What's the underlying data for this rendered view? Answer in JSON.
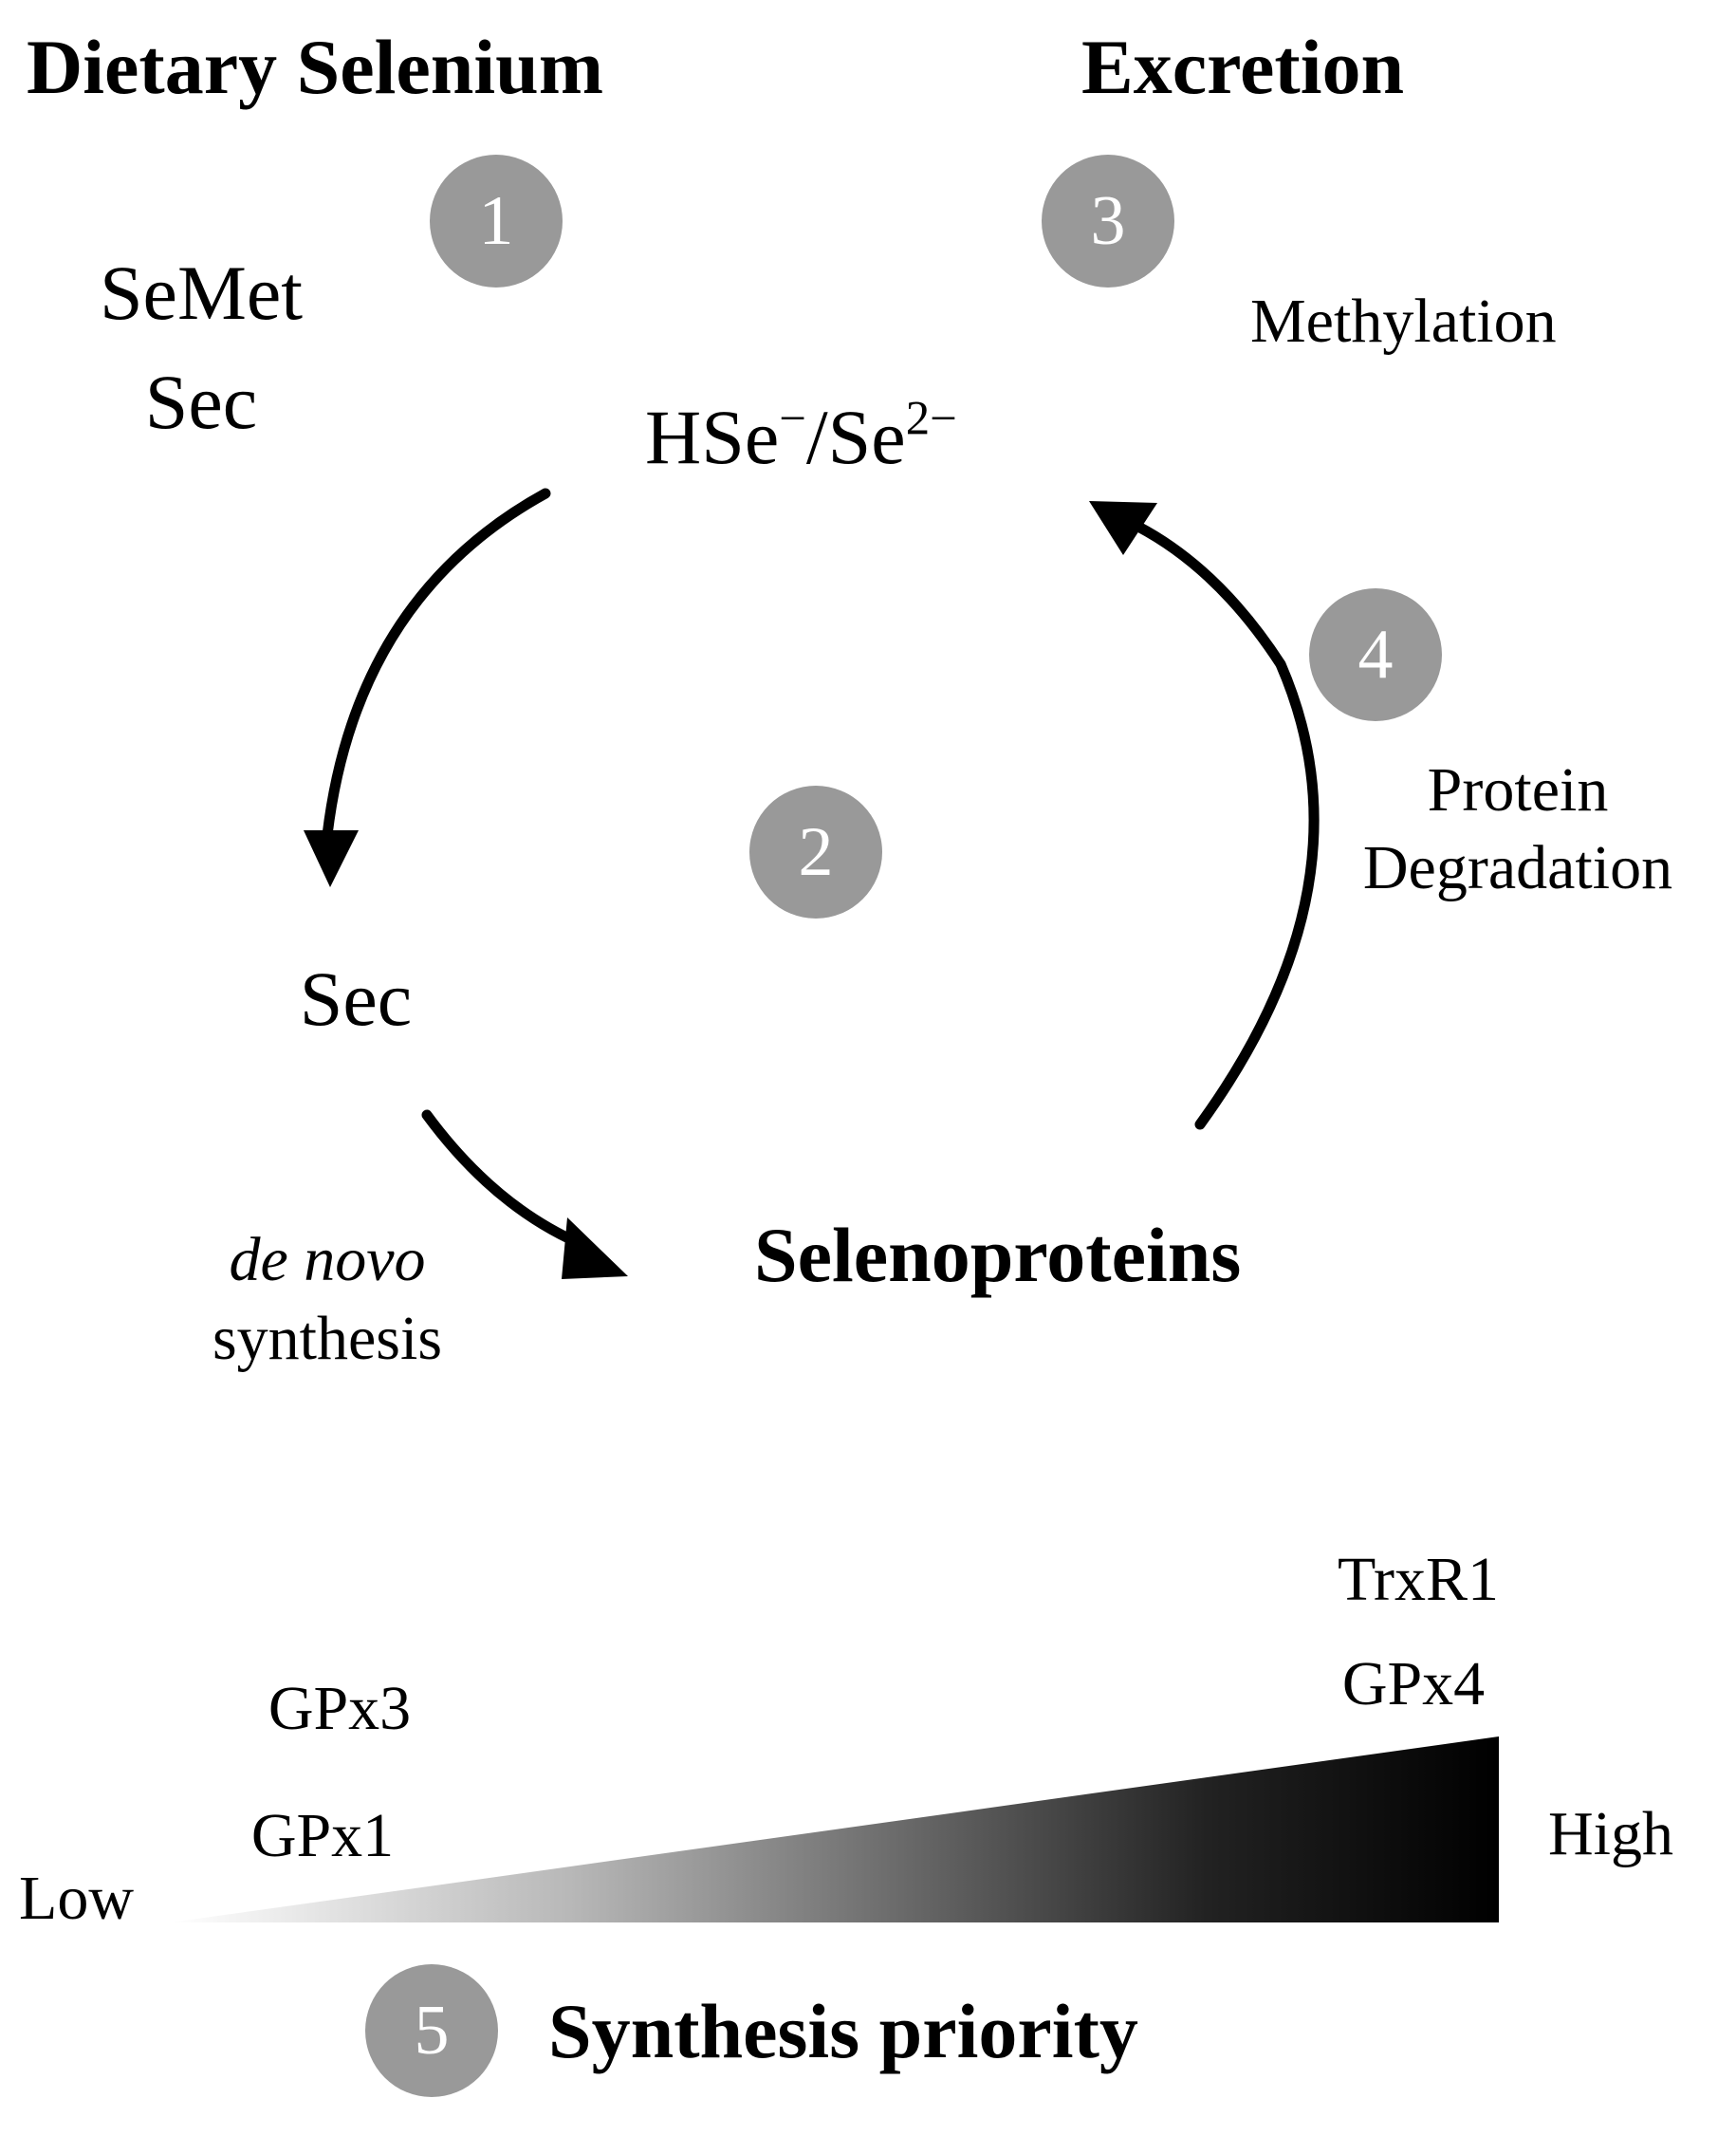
{
  "headings": {
    "dietary": "Dietary Selenium",
    "excretion": "Excretion",
    "selenoproteins": "Selenoproteins",
    "synthesis_priority": "Synthesis priority"
  },
  "badges": [
    "1",
    "2",
    "3",
    "4",
    "5"
  ],
  "species": {
    "semet": "SeMet",
    "sec_dietary": "Sec",
    "selenide_main": "HSe",
    "selenide_charge1": "−",
    "selenide_sep": "/Se",
    "selenide_charge2": "2−",
    "sec": "Sec"
  },
  "processes": {
    "methylation": "Methylation",
    "protein": "Protein",
    "degradation": "Degradation",
    "de_novo": "de novo",
    "synthesis": "synthesis"
  },
  "priority": {
    "low": "Low",
    "high": "High",
    "low_items": [
      "GPx3",
      "GPx1"
    ],
    "high_items": [
      "TrxR1",
      "GPx4"
    ]
  },
  "colors": {
    "badge": "#999999",
    "text": "#000000",
    "background": "#ffffff"
  }
}
